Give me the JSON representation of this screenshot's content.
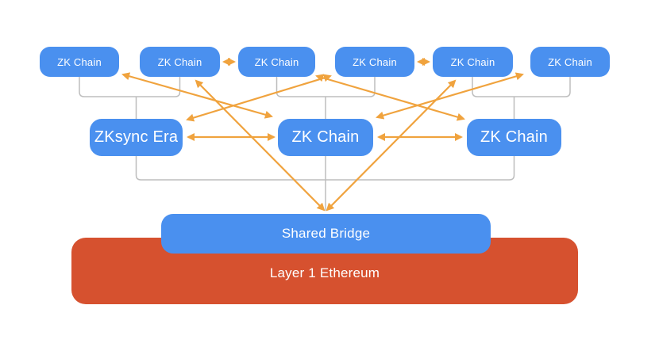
{
  "diagram": {
    "top_chains": [
      {
        "label": "ZK Chain"
      },
      {
        "label": "ZK Chain"
      },
      {
        "label": "ZK Chain"
      },
      {
        "label": "ZK Chain"
      },
      {
        "label": "ZK Chain"
      },
      {
        "label": "ZK Chain"
      }
    ],
    "middle_row": {
      "era": {
        "label": "ZKsync Era"
      },
      "chain_center": {
        "label": "ZK Chain"
      },
      "chain_right": {
        "label": "ZK Chain"
      }
    },
    "shared_bridge": {
      "label": "Shared Bridge"
    },
    "layer1": {
      "label": "Layer 1 Ethereum"
    },
    "colors": {
      "node_blue": "#4a90ef",
      "layer1_red": "#d6512f",
      "arrow_orange": "#f0a33e",
      "connector_gray": "#bdbdbd",
      "label_white": "#ffffff"
    }
  }
}
